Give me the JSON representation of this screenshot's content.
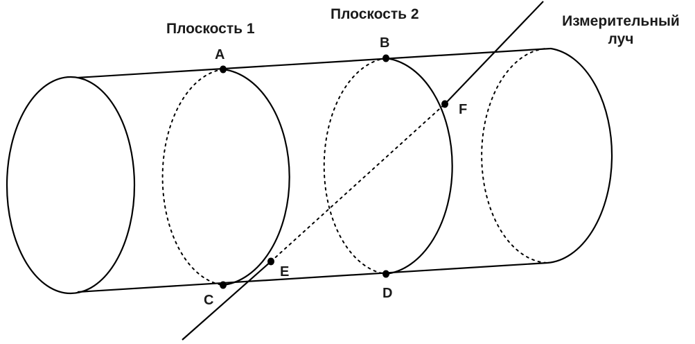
{
  "plane_1_label": "Плоскость 1",
  "plane_2_label": "Плоскость 2",
  "beam_label_line1": "Измерительный",
  "beam_label_line2": "луч",
  "points": {
    "A": "A",
    "B": "B",
    "C": "C",
    "D": "D",
    "E": "E",
    "F": "F"
  }
}
